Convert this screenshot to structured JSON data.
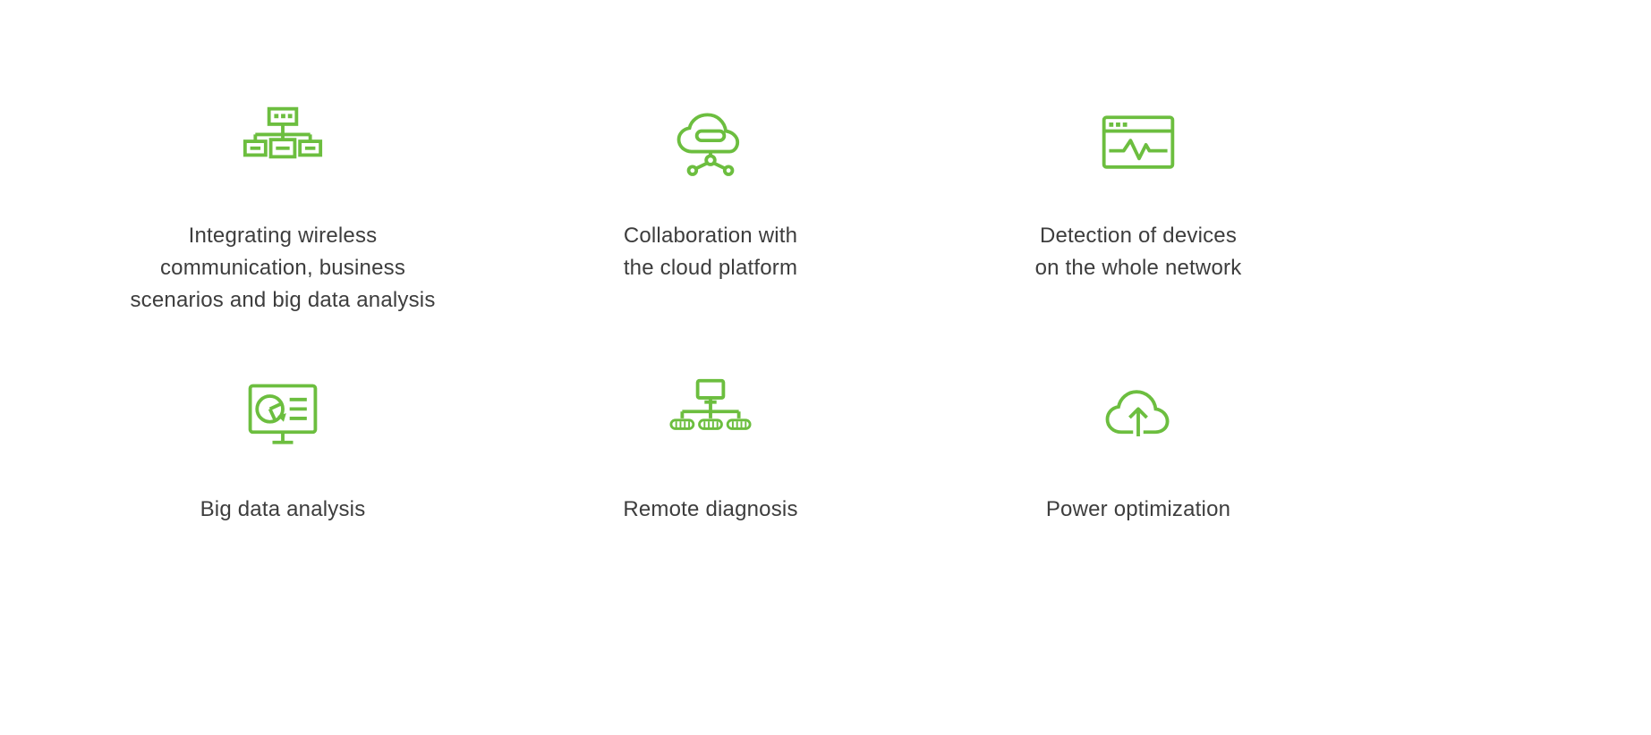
{
  "page": {
    "background_color": "#ffffff",
    "accent_color": "#6cbe3f",
    "text_color": "#3d3d3d"
  },
  "features": [
    {
      "icon": "network-hierarchy-icon",
      "label": "Integrating wireless\ncommunication, business\nscenarios and big data analysis"
    },
    {
      "icon": "cloud-platform-icon",
      "label": "Collaboration with\nthe cloud platform"
    },
    {
      "icon": "device-detection-monitor-icon",
      "label": "Detection of devices\non the whole network"
    },
    {
      "icon": "big-data-analysis-icon",
      "label": "Big data analysis"
    },
    {
      "icon": "remote-diagnosis-icon",
      "label": "Remote diagnosis"
    },
    {
      "icon": "cloud-upload-icon",
      "label": "Power optimization"
    }
  ]
}
